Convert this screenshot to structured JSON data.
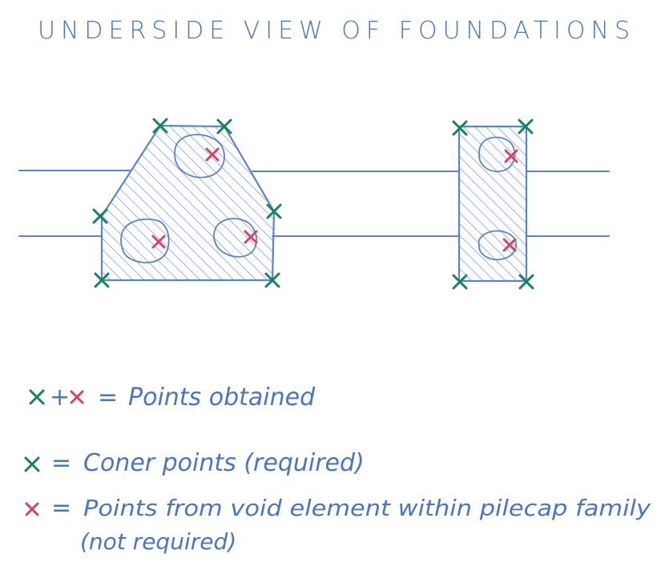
{
  "title": "UNDERSIDE VIEW OF FOUNDATIONS",
  "legend": {
    "both": {
      "eq": "=",
      "text": "Points obtained",
      "plus": "+"
    },
    "green": {
      "eq": "=",
      "text": "Coner points (required)"
    },
    "red": {
      "eq": "=",
      "text": "Points from void element within pilecap family",
      "text2": "(not required)"
    }
  },
  "colors": {
    "ink": "#4a74c9",
    "green": "#16835a",
    "red": "#d9406a",
    "hatch": "#9fb6e6"
  },
  "icons": {
    "green_mark": "green-x-mark",
    "red_mark": "red-x-mark"
  }
}
